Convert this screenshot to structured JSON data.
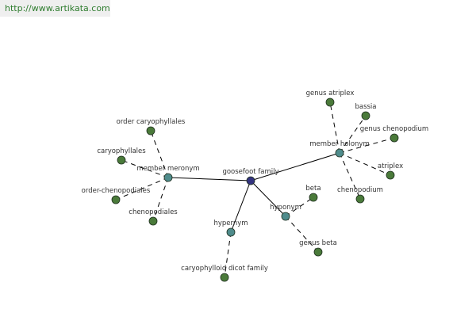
{
  "site_url": "http://www.artikata.com",
  "colors": {
    "edge": "#000000",
    "center_node": "#33337f",
    "relation_node": "#4f8c8c",
    "leaf_node": "#4a7a3a",
    "node_stroke": "#1f2f1f",
    "label": "#333333"
  },
  "graph": {
    "center": {
      "id": "goosefoot-family",
      "label": "goosefoot family"
    },
    "relations": [
      {
        "id": "member-holonym",
        "label": "member holonym",
        "terms": [
          "genus atriplex",
          "bassia",
          "genus chenopodium",
          "atriplex",
          "chenopodium"
        ]
      },
      {
        "id": "member-meronym",
        "label": "member meronym",
        "terms": [
          "order caryophyllales",
          "caryophyllales",
          "order-chenopodiales",
          "chenopodiales"
        ]
      },
      {
        "id": "hyponym",
        "label": "hyponym",
        "terms": [
          "beta",
          "genus beta"
        ]
      },
      {
        "id": "hypernym",
        "label": "hypernym",
        "terms": [
          "caryophylloid dicot family"
        ]
      }
    ]
  }
}
